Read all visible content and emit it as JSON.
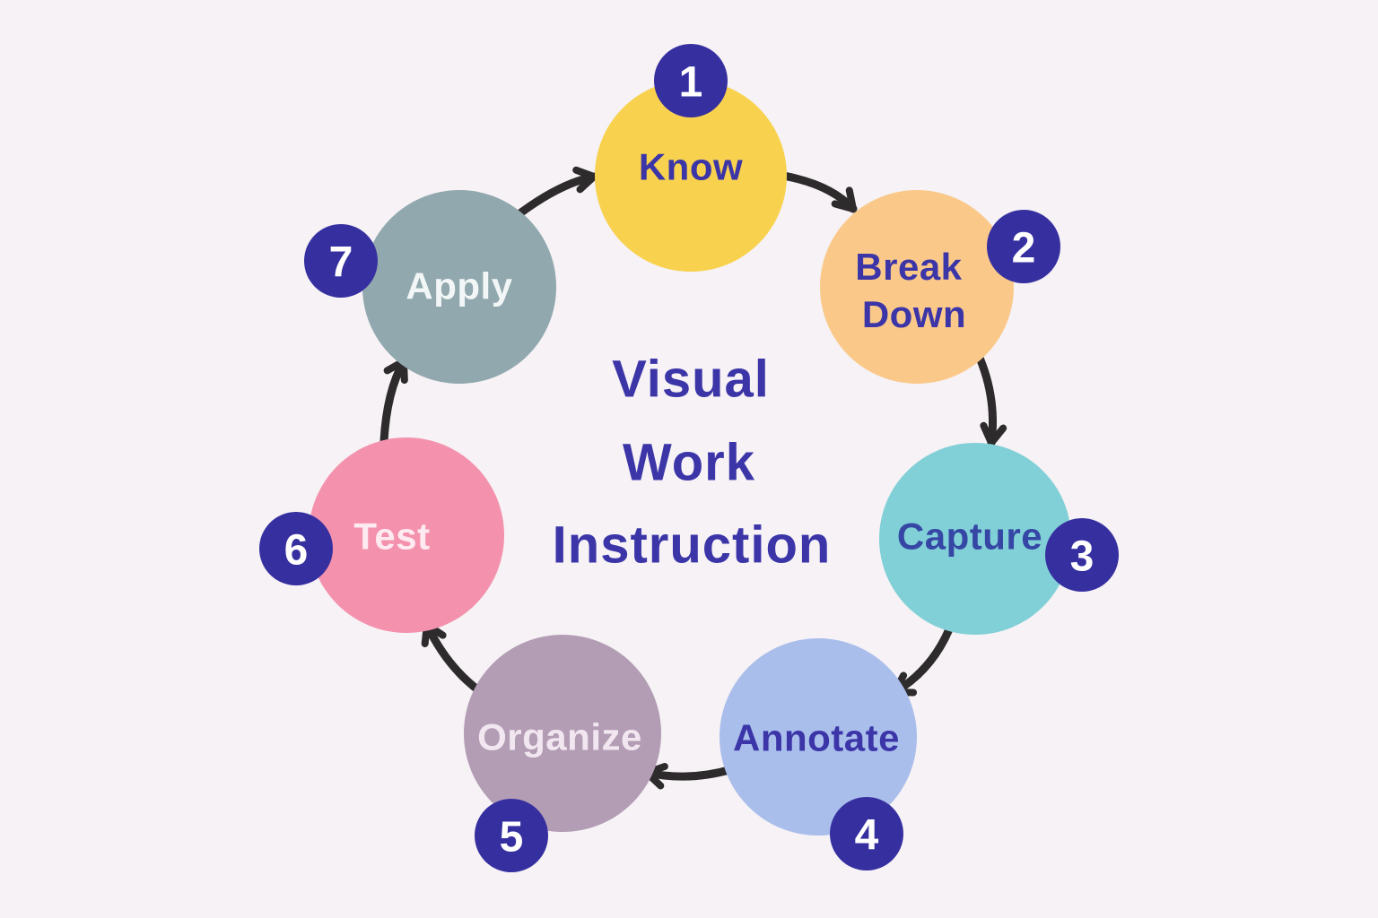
{
  "background_color": "#f6f2f5",
  "arrow_color": "#2e2b2d",
  "title": {
    "lines": [
      "Visual",
      "Work",
      "Instruction"
    ],
    "color": "#3b35a8"
  },
  "badge": {
    "background": "#362fa0",
    "number_color": "#ffffff"
  },
  "steps": [
    {
      "number": "1",
      "label": "Know",
      "lines": [
        "Know"
      ],
      "circle_color": "#f8d24f",
      "label_color": "#3b35a8"
    },
    {
      "number": "2",
      "label": "Break Down",
      "lines": [
        "Break",
        "Down"
      ],
      "circle_color": "#fac98a",
      "label_color": "#3b35a8"
    },
    {
      "number": "3",
      "label": "Capture",
      "lines": [
        "Capture"
      ],
      "circle_color": "#81d0d7",
      "label_color": "#3646a5"
    },
    {
      "number": "4",
      "label": "Annotate",
      "lines": [
        "Annotate"
      ],
      "circle_color": "#aabeec",
      "label_color": "#3b35a8"
    },
    {
      "number": "5",
      "label": "Organize",
      "lines": [
        "Organize"
      ],
      "circle_color": "#b39db5",
      "label_color": "#f2e7f0"
    },
    {
      "number": "6",
      "label": "Test",
      "lines": [
        "Test"
      ],
      "circle_color": "#f492ae",
      "label_color": "#fdebf1"
    },
    {
      "number": "7",
      "label": "Apply",
      "lines": [
        "Apply"
      ],
      "circle_color": "#90a8ae",
      "label_color": "#f2f6f6"
    }
  ]
}
